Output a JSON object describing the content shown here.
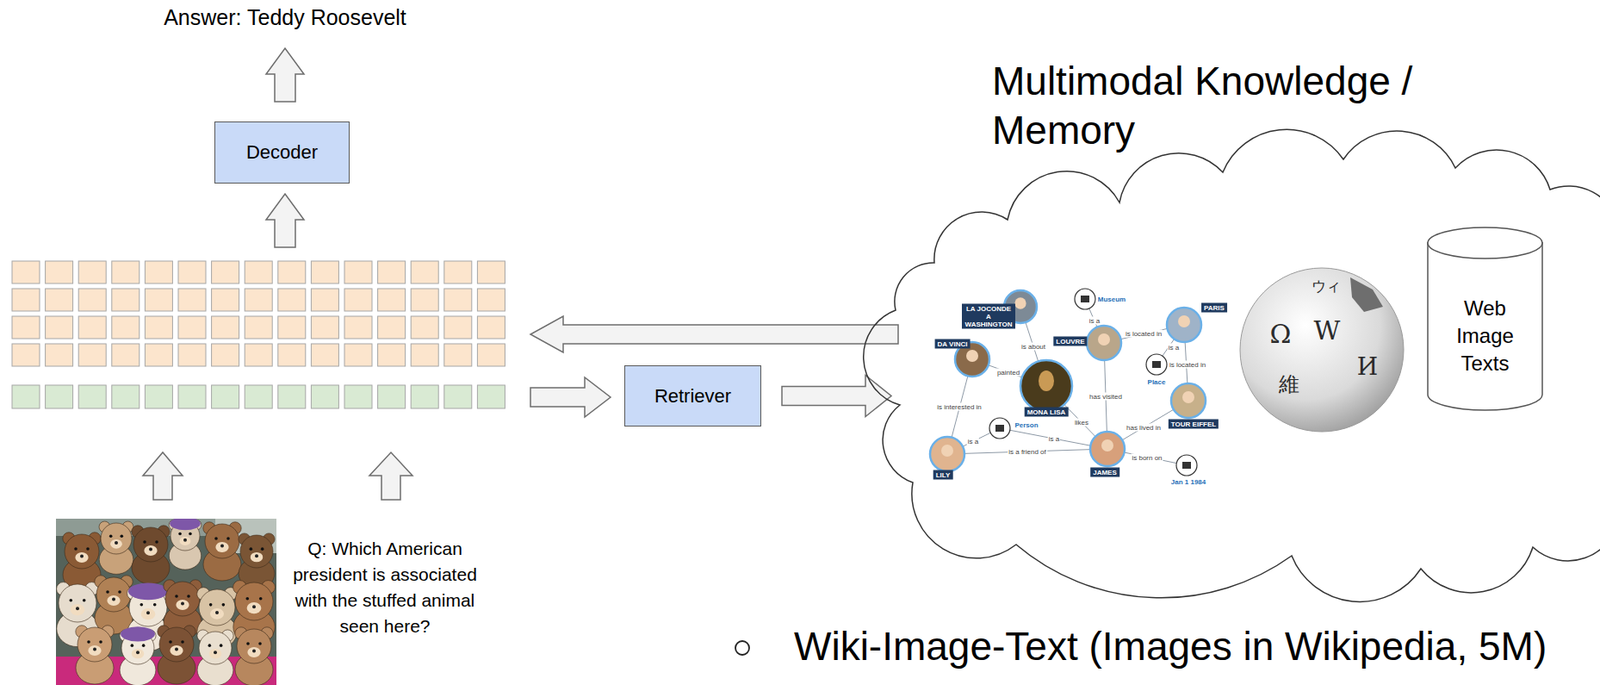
{
  "diagram": {
    "nodes": [
      {
        "text": [
          "Decoder"
        ]
      },
      {
        "text": [
          "Retriever"
        ]
      },
      {
        "text": [
          "Multimodal Knowledge / Memory"
        ]
      },
      {
        "text": [
          "Web Image Texts"
        ],
        "in": 2
      }
    ],
    "edges": [
      {
        "from": 1,
        "to": 2,
        "arrow": "to"
      }
    ],
    "labels": [
      "Answer: Teddy Roosevelt",
      "Q: Which American president is associated with the stuffed animal seen here?",
      "LA JOCONDE A WASHINGTON",
      "Museum",
      "PARIS",
      "is located in",
      "DA VINCI",
      "LOUVRE",
      "is a",
      "is about",
      "is a",
      "painted",
      "is located in",
      "Place",
      "MONA LISA",
      "has visited",
      "is interested in",
      "likes",
      "Person",
      "is a",
      "TOUR EIFFEL",
      "is a",
      "has lived in",
      "is a friend of",
      "is born on",
      "LILY",
      "JAMES",
      "Jan 1 1984",
      "ウィ",
      "Ω",
      "W",
      "И",
      "維",
      "Wiki-Image-Text (Images in Wikipedia, 5M)"
    ]
  }
}
